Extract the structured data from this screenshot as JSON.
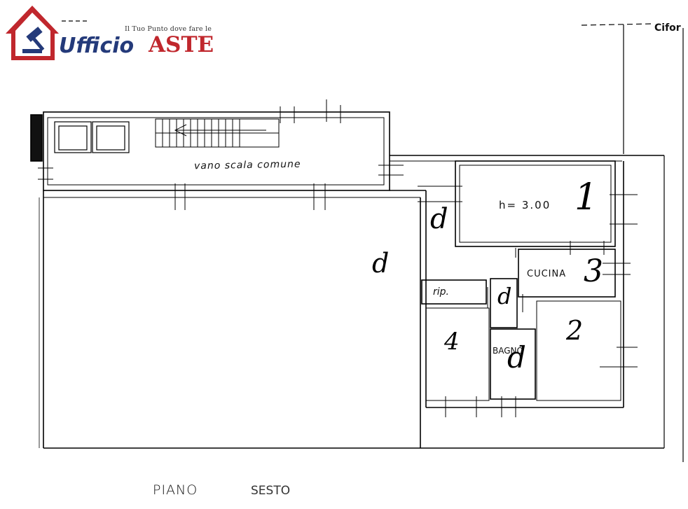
{
  "logo": {
    "tagline": "Il Tuo Punto dove fare le",
    "name_part1": "Ufficio",
    "name_part2": "ASTE",
    "colors": {
      "red": "#c0272d",
      "blue": "#243a7a"
    },
    "icon": "house-gavel-icon"
  },
  "plan": {
    "corner_label": "Cifor",
    "stair_label": "vano scala comune",
    "height_label": "h= 3.00",
    "rooms": {
      "room_1": "1",
      "room_2": "2",
      "room_3": "3",
      "room_4": "4",
      "kitchen": "CUCINA",
      "storage": "rip.",
      "bathroom": "BAGNO"
    },
    "door_marks": [
      "d",
      "d",
      "d",
      "d"
    ],
    "floor_title": {
      "piano": "PIANO",
      "level": "SESTO"
    }
  }
}
